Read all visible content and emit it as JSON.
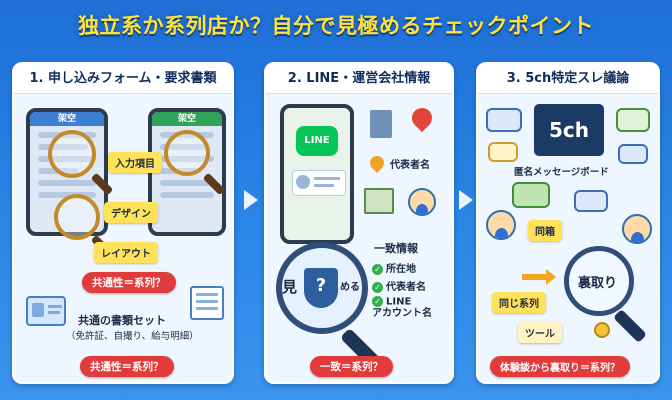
{
  "title": "独立系か系列店か？自分で見極めるチェックポイント",
  "panels": [
    {
      "heading": "1. 申し込みフォーム・要求書類",
      "phone_left_label": "架空",
      "phone_right_label": "架空",
      "tags": [
        "入力項目",
        "デザイン",
        "レイアウト"
      ],
      "pill_top": "共通性＝系列？",
      "docs_title": "共通の書類セット",
      "docs_detail": "（免許証、自撮り、給与明細）",
      "pill_bottom": "共通性＝系列？"
    },
    {
      "heading": "2. LINE・運営会社情報",
      "line_logo": "LINE",
      "rep_label": "代表者名",
      "match_title": "一致情報",
      "match_items": [
        "所在地",
        "代表者名",
        "LINE\nアカウント名"
      ],
      "lens_text_1": "見",
      "lens_text_2": "める",
      "pill_bottom": "一致＝系列？"
    },
    {
      "heading": "3. 5ch特定スレ議論",
      "board_logo": "5ch",
      "anon_label": "匿名メッセージボード",
      "same_box": "同箱",
      "ura_label": "裏取り",
      "same_series": "同じ系列",
      "tool": "ツール",
      "pill_bottom": "体験談から裏取り＝系列？"
    }
  ],
  "colors": {
    "title": "#ffe23a",
    "pill_red": "#e23b3b",
    "tag_yellow": "#ffe15a",
    "line_green": "#06c755",
    "panel_bg": "#eef6ff"
  },
  "icons": [
    "magnifier-icon",
    "phone-icon",
    "document-icon",
    "building-icon",
    "map-pin-icon",
    "map-icon",
    "person-icon",
    "shield-icon",
    "chat-bubble-icon",
    "coin-icon",
    "arrow-icon"
  ]
}
